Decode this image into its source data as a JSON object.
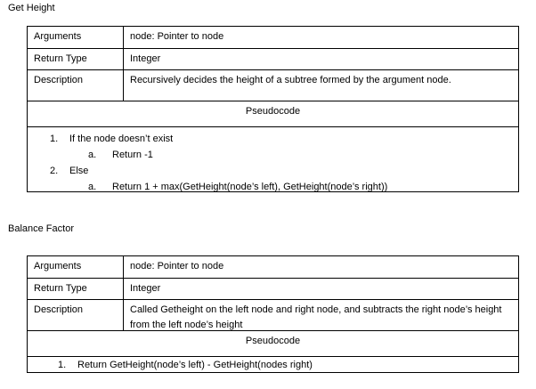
{
  "sections": [
    {
      "title": "Get Height",
      "table": {
        "rows": [
          {
            "label": "Arguments",
            "value": "node: Pointer to node"
          },
          {
            "label": "Return Type",
            "value": "Integer"
          },
          {
            "label": "Description",
            "value": "Recursively decides the height of a subtree formed by the argument node."
          }
        ],
        "pseudocode_label": "Pseudocode",
        "steps": [
          {
            "marker": "1.",
            "text": "If the node doesn’t exist"
          },
          {
            "marker": "a.",
            "text": "Return -1"
          },
          {
            "marker": "2.",
            "text": "Else"
          },
          {
            "marker": "a.",
            "text": "Return 1 + max(GetHeight(node’s left), GetHeight(node’s right))"
          }
        ]
      }
    },
    {
      "title": "Balance Factor",
      "table": {
        "rows": [
          {
            "label": "Arguments",
            "value": "node: Pointer to node"
          },
          {
            "label": "Return Type",
            "value": "Integer"
          },
          {
            "label": "Description",
            "value": "Called Getheight on the left node and right node, and subtracts the right node’s height from the left node’s height"
          }
        ],
        "pseudocode_label": "Pseudocode",
        "steps": [
          {
            "marker": "1.",
            "text": "Return GetHeight(node’s left) - GetHeight(nodes right)"
          }
        ]
      }
    }
  ]
}
